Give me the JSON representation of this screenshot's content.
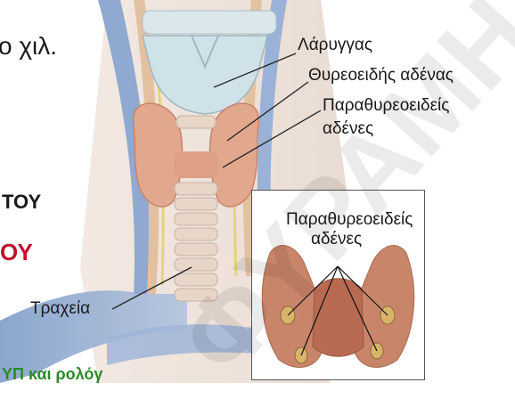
{
  "side_text": {
    "top": "ο χιλ.",
    "mid": "ΤΟΥ",
    "red": "ΟΥ",
    "bottom": "ΥΠ και ρολόγ"
  },
  "labels": {
    "larynx": "Λάρυγγας",
    "thyroid": "Θυρεοειδής αδένας",
    "parathyroid_l1": "Παραθυρεοειδείς",
    "parathyroid_l2": "αδένες",
    "trachea": "Τραχεία"
  },
  "inset": {
    "label_l1": "Παραθυρεοειδείς",
    "label_l2": "αδένες"
  },
  "watermark": "ΦΥΡΑΜΗ"
}
